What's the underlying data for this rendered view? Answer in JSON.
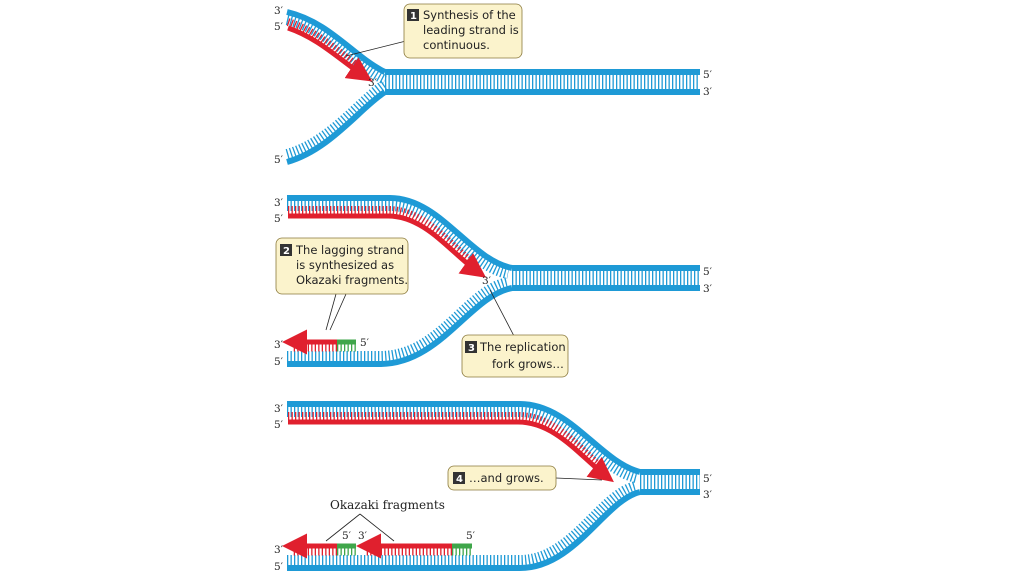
{
  "colors": {
    "template": "#1e9ad6",
    "new_strand": "#e0202e",
    "primer": "#3fa64a",
    "callout_fill": "#fbf3cc",
    "callout_stroke": "#8b7a3d",
    "number_badge": "#333333"
  },
  "strand_labels": {
    "three_prime": "3′",
    "five_prime": "5′"
  },
  "callouts": [
    {
      "number": "1",
      "lines": [
        "Synthesis of the",
        "leading strand is",
        "continuous."
      ]
    },
    {
      "number": "2",
      "lines": [
        "The lagging strand",
        "is synthesized as",
        "Okazaki fragments."
      ]
    },
    {
      "number": "3",
      "lines": [
        "The replication",
        "fork grows…"
      ]
    },
    {
      "number": "4",
      "lines": [
        "…and grows."
      ]
    }
  ],
  "okazaki_label": "Okazaki fragments"
}
